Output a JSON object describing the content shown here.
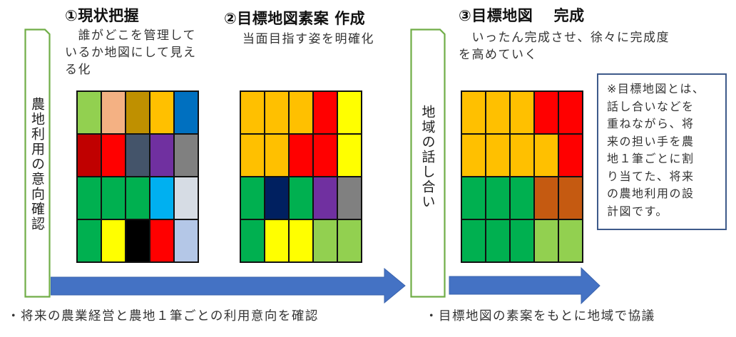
{
  "steps": [
    {
      "title": "①現状把握",
      "desc_line1": "　誰がどこを管理して",
      "desc_line2": "いるか地図にして見え",
      "desc_line3": "る化"
    },
    {
      "title": "②目標地図素案 作成",
      "desc_line1": "当面目指す姿を明確化"
    },
    {
      "title": "③目標地図　 完成",
      "desc_line1": "　いったん完成させ、徐々に完成度",
      "desc_line2": "を高めていく"
    }
  ],
  "phases": {
    "left_box_label": "農地利用の意向確認",
    "middle_box_label": "地域の話し合い",
    "box_border_color": "#70ad47"
  },
  "grids": {
    "current": [
      [
        "#92d050",
        "#f4b183",
        "#bf9000",
        "#ffc000",
        "#0070c0"
      ],
      [
        "#c00000",
        "#ff0000",
        "#44546a",
        "#7030a0",
        "#808080"
      ],
      [
        "#00b050",
        "#00b050",
        "#00b050",
        "#00b0f0",
        "#d6dce4"
      ],
      [
        "#00b050",
        "#ffff00",
        "#000000",
        "#ff0000",
        "#b4c7e7"
      ]
    ],
    "draft": [
      [
        "#ffc000",
        "#ffc000",
        "#ffc000",
        "#ff0000",
        "#ffff00"
      ],
      [
        "#ffc000",
        "#ffc000",
        "#ff0000",
        "#ff0000",
        "#ffff00"
      ],
      [
        "#00b050",
        "#002060",
        "#00b050",
        "#7030a0",
        "#808080"
      ],
      [
        "#00b050",
        "#ffff00",
        "#ffff00",
        "#92d050",
        "#92d050"
      ]
    ],
    "final": [
      [
        "#ffc000",
        "#ffc000",
        "#ffc000",
        "#ff0000",
        "#ff0000"
      ],
      [
        "#ffc000",
        "#ffc000",
        "#ffc000",
        "#ffc000",
        "#ff0000"
      ],
      [
        "#00b050",
        "#00b050",
        "#00b050",
        "#c55a11",
        "#c55a11"
      ],
      [
        "#00b050",
        "#00b050",
        "#00b050",
        "#92d050",
        "#92d050"
      ]
    ]
  },
  "note": {
    "lines": [
      "※目標地図とは、",
      "話し合いなどを",
      "重ねながら、将",
      "来の担い手を農",
      "地１筆ごとに割",
      "り当てた、将来",
      "の農地利用の設",
      "計図です。"
    ],
    "border_color": "#3e5a8a"
  },
  "arrows": {
    "color": "#4472c4"
  },
  "captions": {
    "left": "・将来の農業経営と農地１筆ごとの利用意向を確認",
    "right": "・目標地図の素案をもとに地域で協議"
  }
}
